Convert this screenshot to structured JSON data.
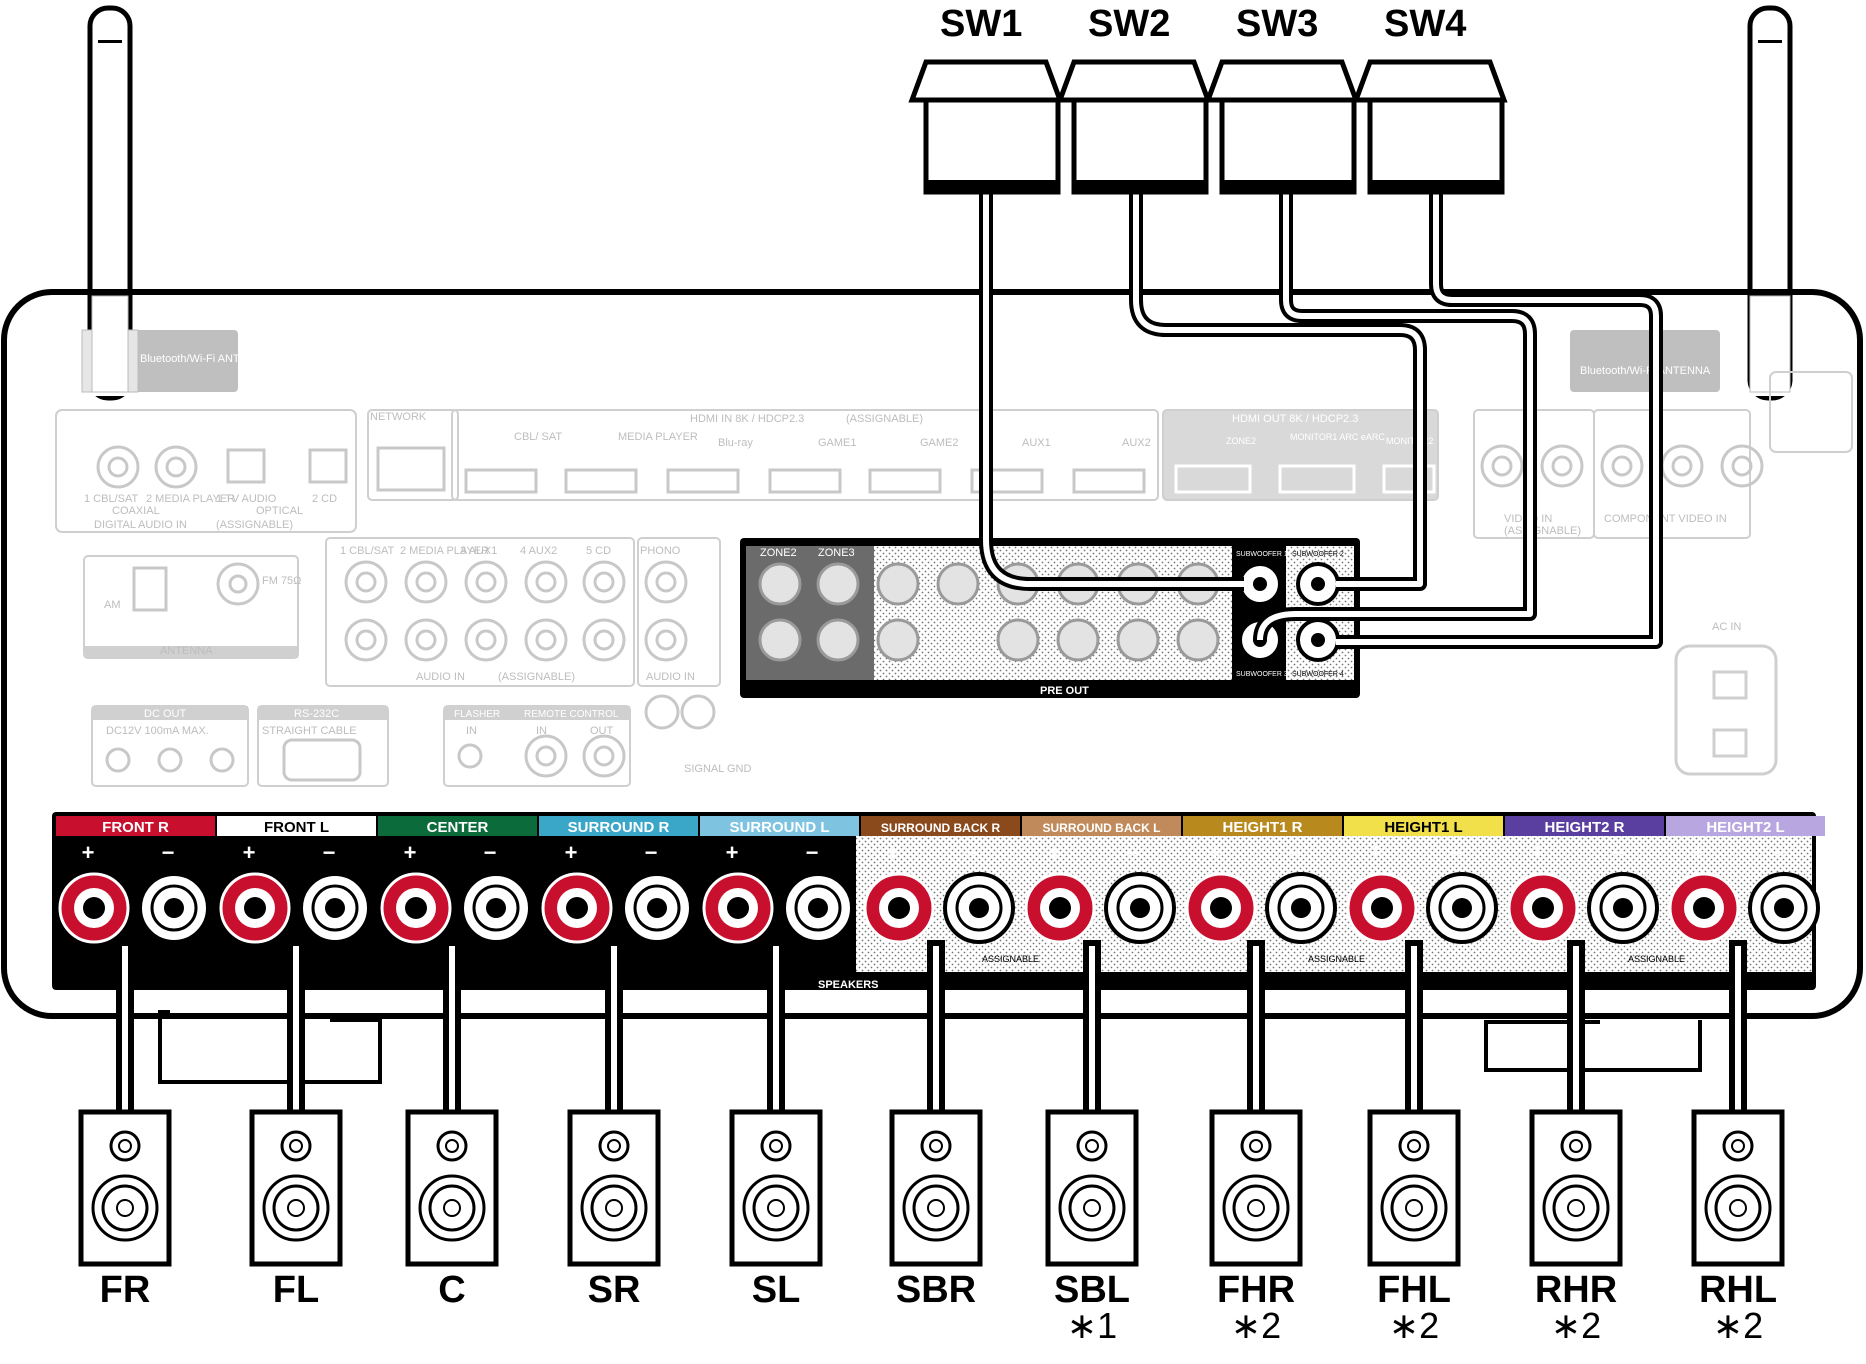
{
  "subwoofers": [
    "SW1",
    "SW2",
    "SW3",
    "SW4"
  ],
  "antenna_labels": {
    "left": "Bluetooth/Wi-Fi ANTENNA",
    "right": "Bluetooth/Wi-Fi ANTENNA"
  },
  "top_panel": {
    "network": "NETWORK",
    "hdmi_in": "HDMI IN 8K / HDCP2.3",
    "hdmi_in_note": "(ASSIGNABLE)",
    "hdmi_inputs": [
      "CBL/ SAT",
      "MEDIA PLAYER",
      "Blu-ray",
      "GAME1",
      "GAME2",
      "AUX1",
      "AUX2"
    ],
    "hdmi_out": "HDMI OUT 8K / HDCP2.3",
    "hdmi_out_items": [
      "ZONE2",
      "MONITOR1 ARC eARC",
      "MONITOR2"
    ],
    "digital_audio_in": "DIGITAL AUDIO IN",
    "digital_audio_note": "(ASSIGNABLE)",
    "coaxial": "COAXIAL",
    "optical": "OPTICAL",
    "digital_items": [
      "1 CBL/SAT",
      "2 MEDIA PLAYER",
      "1 TV AUDIO",
      "2 CD"
    ],
    "video_in": "VIDEO IN",
    "component": "COMPONENT VIDEO IN",
    "assignable": "(ASSIGNABLE)"
  },
  "middle_panel": {
    "antenna": "ANTENNA",
    "am": "AM",
    "fm": "FM 75Ω",
    "audio_in": "AUDIO IN",
    "audio_in_note": "(ASSIGNABLE)",
    "audio_in_items": [
      "1 CBL/SAT",
      "2 MEDIA PLAYER",
      "3 AUX1",
      "4 AUX2",
      "5 CD"
    ],
    "phono": "PHONO",
    "dc_out": "DC OUT",
    "dc_out_spec": "DC12V 100mA MAX.",
    "rs232c": "RS-232C",
    "straight_cable": "STRAIGHT CABLE",
    "flasher": "FLASHER",
    "flasher_in": "IN",
    "remote_control": "REMOTE CONTROL",
    "remote_in": "IN",
    "remote_out": "OUT",
    "signal_gnd": "SIGNAL GND",
    "ac_in": "AC IN"
  },
  "pre_out": {
    "title": "PRE OUT",
    "zones": [
      "ZONE2",
      "ZONE3"
    ],
    "sub_labels": [
      "SUBWOOFER 1",
      "SUBWOOFER 2",
      "SUBWOOFER 3",
      "SUBWOOFER 4"
    ]
  },
  "speaker_terminals": {
    "title": "SPEAKERS",
    "assignable": "ASSIGNABLE",
    "channels": [
      {
        "label": "FRONT R",
        "color": "#c8102e"
      },
      {
        "label": "FRONT L",
        "color": "#ffffff"
      },
      {
        "label": "CENTER",
        "color": "#0b6b3a"
      },
      {
        "label": "SURROUND R",
        "color": "#3aa6c8"
      },
      {
        "label": "SURROUND L",
        "color": "#7ec3e0"
      },
      {
        "label": "SURROUND BACK R",
        "color": "#8a4a1c"
      },
      {
        "label": "SURROUND BACK L",
        "color": "#c08a5a"
      },
      {
        "label": "HEIGHT1 R",
        "color": "#b88a1e"
      },
      {
        "label": "HEIGHT1 L",
        "color": "#f2e04a"
      },
      {
        "label": "HEIGHT2 R",
        "color": "#5a3fa0"
      },
      {
        "label": "HEIGHT2 L",
        "color": "#b7a6df"
      }
    ]
  },
  "speakers": [
    {
      "label": "FR",
      "note": ""
    },
    {
      "label": "FL",
      "note": ""
    },
    {
      "label": "C",
      "note": ""
    },
    {
      "label": "SR",
      "note": ""
    },
    {
      "label": "SL",
      "note": ""
    },
    {
      "label": "SBR",
      "note": ""
    },
    {
      "label": "SBL",
      "note": "∗1"
    },
    {
      "label": "FHR",
      "note": "∗2"
    },
    {
      "label": "FHL",
      "note": "∗2"
    },
    {
      "label": "RHR",
      "note": "∗2"
    },
    {
      "label": "RHL",
      "note": "∗2"
    }
  ]
}
